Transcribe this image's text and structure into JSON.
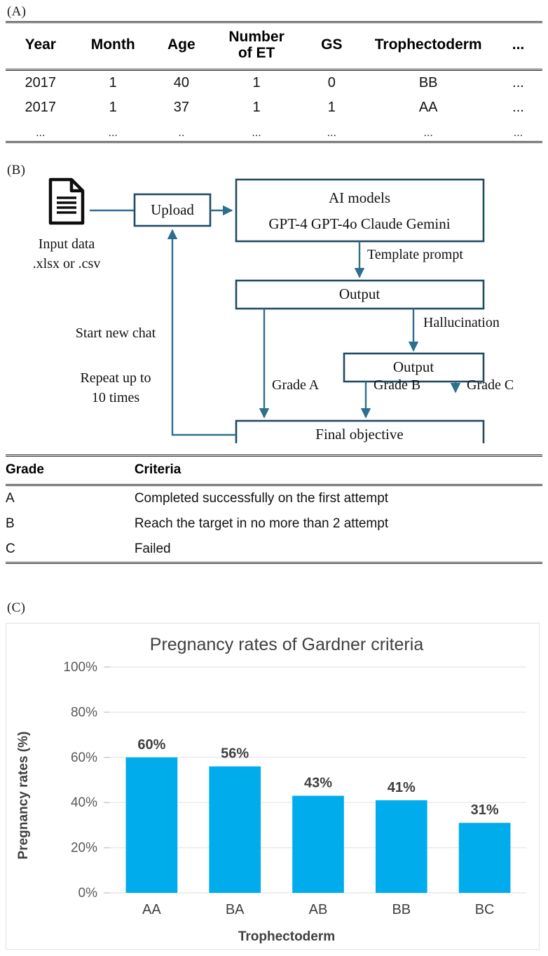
{
  "panels": {
    "a_label": "(A)",
    "b_label": "(B)",
    "c_label": "(C)"
  },
  "data_table": {
    "headers": [
      "Year",
      "Month",
      "Age",
      "Number\nof ET",
      "GS",
      "Trophectoderm",
      "..."
    ],
    "headers_flat": {
      "year": "Year",
      "month": "Month",
      "age": "Age",
      "number_of_et_line1": "Number",
      "number_of_et_line2": "of ET",
      "gs": "GS",
      "trophectoderm": "Trophectoderm",
      "more": "..."
    },
    "rows": [
      [
        "2017",
        "1",
        "40",
        "1",
        "0",
        "BB",
        "..."
      ],
      [
        "2017",
        "1",
        "37",
        "1",
        "1",
        "AA",
        "..."
      ],
      [
        "...",
        "...",
        "..",
        "...",
        "...",
        "...",
        "..."
      ]
    ]
  },
  "flowchart": {
    "input_icon_name": "document-icon",
    "input_caption_line1": "Input data",
    "input_caption_line2": ".xlsx or .csv",
    "boxes": {
      "upload": "Upload",
      "ai_models_line1": "AI models",
      "ai_models_line2": "GPT-4 GPT-4o Claude Gemini",
      "output_1": "Output",
      "output_2": "Output",
      "final_objective": "Final objective"
    },
    "edge_labels": {
      "template_prompt": "Template prompt",
      "hallucination": "Hallucination",
      "grade_a": "Grade A",
      "grade_b": "Grade B",
      "grade_c": "Grade C"
    },
    "side_labels": {
      "start_new_chat": "Start new chat",
      "repeat_line1": "Repeat up to",
      "repeat_line2": "10 times"
    },
    "colors": {
      "line": "#2E6E8E",
      "box_border": "#204B63",
      "icon": "#0d0d0d"
    }
  },
  "grade_table": {
    "headers": [
      "Grade",
      "Criteria"
    ],
    "rows": [
      [
        "A",
        "Completed successfully on the first attempt"
      ],
      [
        "B",
        "Reach the target in no more than 2 attempt"
      ],
      [
        "C",
        "Failed"
      ]
    ]
  },
  "chart_data": {
    "type": "bar",
    "title": "Pregnancy rates of Gardner criteria",
    "categories": [
      "AA",
      "BA",
      "AB",
      "BB",
      "BC"
    ],
    "values": [
      60,
      56,
      43,
      41,
      31
    ],
    "value_labels": [
      "60%",
      "56%",
      "43%",
      "41%",
      "31%"
    ],
    "xlabel": "Trophectoderm",
    "ylabel": "Pregnancy rates (%)",
    "ylim": [
      0,
      100
    ],
    "yticks": [
      0,
      20,
      40,
      60,
      80,
      100
    ],
    "ytick_labels": [
      "0%",
      "20%",
      "40%",
      "60%",
      "80%",
      "100%"
    ],
    "grid": true,
    "legend": false,
    "bar_color": "#00ACEC"
  }
}
